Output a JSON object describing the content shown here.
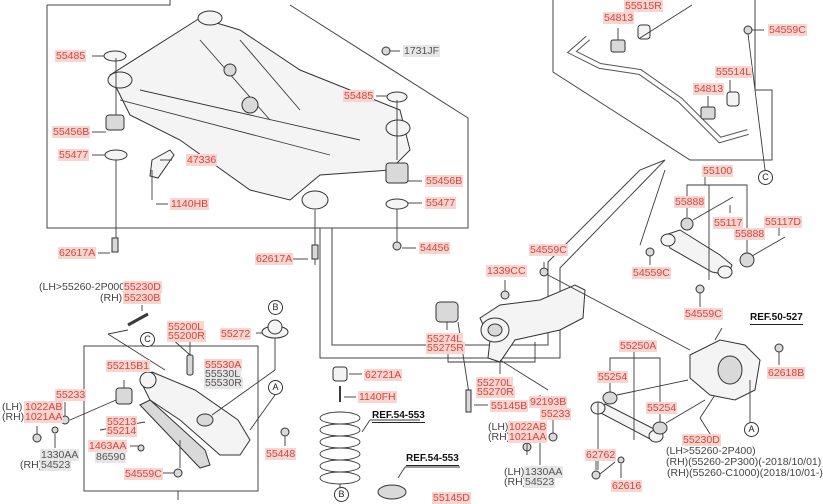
{
  "diagram": {
    "type": "exploded-parts-diagram",
    "subject": "rear suspension / crossmember assembly",
    "labels": {
      "l_55485_a": "55485",
      "l_1731jf": "1731JF",
      "l_55485_b": "55485",
      "l_55456b_a": "55456B",
      "l_55477_a": "55477",
      "l_47336": "47336",
      "l_55456b_b": "55456B",
      "l_55477_b": "55477",
      "l_1140hb": "1140HB",
      "l_54456": "54456",
      "l_62617a_a": "62617A",
      "l_62617a_b": "62617A",
      "l_55515r": "55515R",
      "l_54813_a": "54813",
      "l_54559c_a": "54559C",
      "l_55514l": "55514L",
      "l_54813_b": "54813",
      "l_55100": "55100",
      "l_55888_a": "55888",
      "l_55117": "55117",
      "l_55888_b": "55888",
      "l_55117d": "55117D",
      "l_54559c_b": "54559C",
      "l_54559c_c": "54559C",
      "l_54559c_d": "54559C",
      "l_1339cc": "1339CC",
      "l_55274l": "55274L",
      "l_55275r": "55275R",
      "l_55230d_a": "55230D",
      "l_55230b": "55230B",
      "l_55200l": "55200L",
      "l_55200r": "55200R",
      "l_55272": "55272",
      "l_55215b1": "55215B1",
      "l_55530a": "55530A",
      "l_55530l": "55530L",
      "l_55530r": "55530R",
      "l_55233_a": "55233",
      "l_1022ab_a": "1022AB",
      "l_1021aa_a": "1021AA",
      "l_55213": "55213",
      "l_55214": "55214",
      "l_1463aa": "1463AA",
      "l_86590": "86590",
      "l_1330aa_a": "1330AA",
      "l_54523_a": "54523",
      "l_54559c_e": "54559C",
      "l_55448": "55448",
      "l_62721a": "62721A",
      "l_1140fh": "1140FH",
      "l_55270l": "55270L",
      "l_55270r": "55270R",
      "l_92193b": "92193B",
      "l_55145b": "55145B",
      "l_55233_b": "55233",
      "l_1022ab_b": "1022AB",
      "l_1021aa_b": "1021AA",
      "l_1330aa_b": "1330AA",
      "l_54523_b": "54523",
      "l_55250a": "55250A",
      "l_55254_a": "55254",
      "l_55254_b": "55254",
      "l_62618b": "62618B",
      "l_55230d_b": "55230D",
      "l_62762": "62762",
      "l_62616": "62616",
      "l_55145d": "55145D"
    },
    "notes": {
      "lh_55260_2p000": "(LH>55260-2P000)",
      "rh_a": "(RH)",
      "lh_a": "(LH)",
      "rh_b": "(RH)",
      "lh_c": "(LH)",
      "rh_c": "(RH)",
      "lh_d": "(LH)",
      "rh_d": "(RH)",
      "lh_e": "(LH)",
      "rh_e": "(RH)",
      "lh_55260_2p400": "(LH>55260-2P400)",
      "rh_55260_2p300": "(RH)(55260-2P300)(-2018/10/01)",
      "rh_55260_c1000": "(RH)(55260-C1000)(2018/10/01-)"
    },
    "references": {
      "ref_50_527": "REF.50-527",
      "ref_54_553_a": "REF.54-553",
      "ref_54_553_b": "REF.54-553"
    },
    "connectors": {
      "A": "A",
      "B": "B",
      "C": "C"
    }
  }
}
